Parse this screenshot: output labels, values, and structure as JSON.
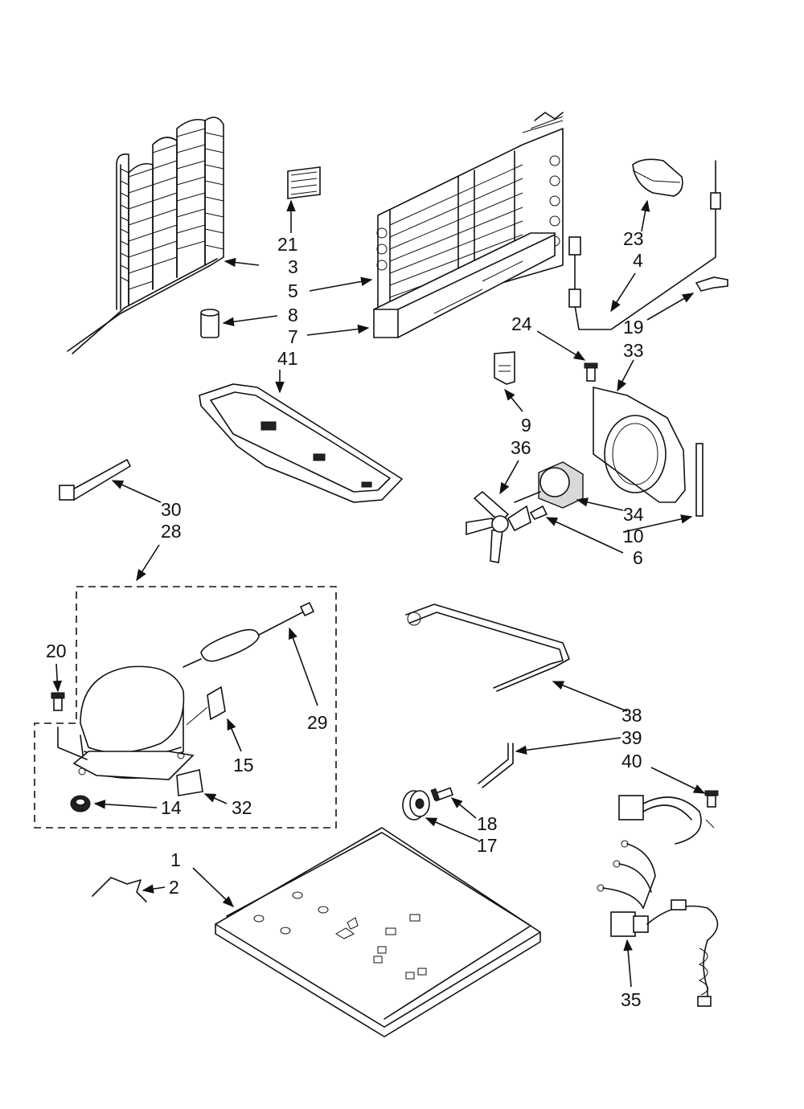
{
  "callouts": {
    "c1": "1",
    "c2": "2",
    "c3": "3",
    "c4": "4",
    "c5": "5",
    "c6": "6",
    "c7": "7",
    "c8": "8",
    "c9": "9",
    "c10": "10",
    "c14": "14",
    "c15": "15",
    "c17": "17",
    "c18": "18",
    "c19": "19",
    "c20": "20",
    "c21": "21",
    "c23": "23",
    "c24": "24",
    "c28": "28",
    "c29": "29",
    "c30": "30",
    "c32": "32",
    "c33": "33",
    "c34": "34",
    "c35": "35",
    "c36": "36",
    "c38": "38",
    "c39": "39",
    "c40": "40",
    "c41": "41"
  }
}
